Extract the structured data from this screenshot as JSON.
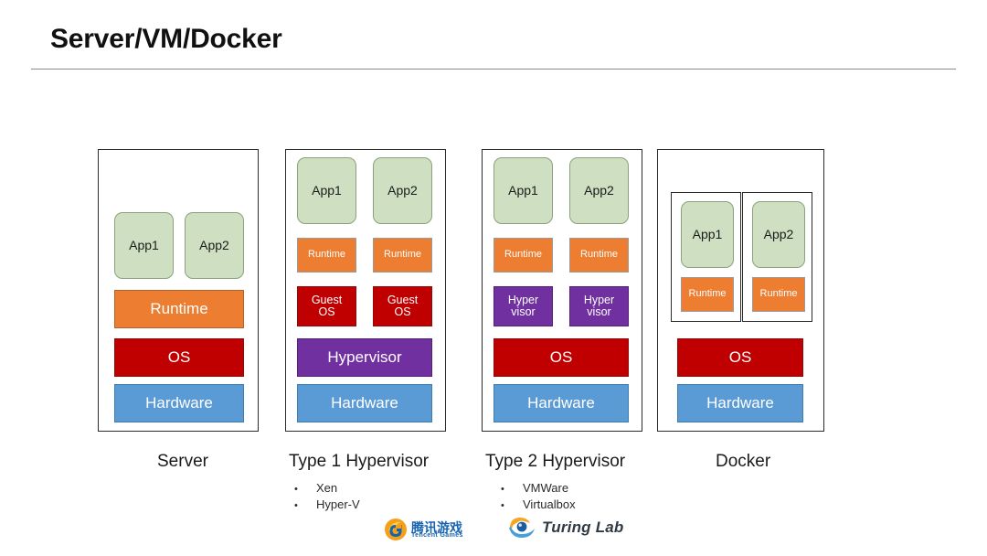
{
  "slide": {
    "title": "Server/VM/Docker",
    "background_color": "#ffffff"
  },
  "palette": {
    "app": "#cfe0c2",
    "runtime": "#ED7D31",
    "os": "#C00000",
    "hypervisor": "#7030A0",
    "hardware": "#5B9BD5",
    "frame": "#2b2b2b",
    "rule": "#8a8a8a"
  },
  "columns": [
    {
      "id": "server",
      "caption": "Server",
      "bullets": [],
      "blocks": {
        "app1": "App1",
        "app2": "App2",
        "runtime": "Runtime",
        "os": "OS",
        "hardware": "Hardware"
      }
    },
    {
      "id": "type1",
      "caption": "Type 1 Hypervisor",
      "bullets": [
        "Xen",
        "Hyper-V"
      ],
      "blocks": {
        "app1": "App1",
        "app2": "App2",
        "runtime1": "Runtime",
        "runtime2": "Runtime",
        "guestos1_line1": "Guest",
        "guestos1_line2": "OS",
        "guestos2_line1": "Guest",
        "guestos2_line2": "OS",
        "hypervisor": "Hypervisor",
        "hardware": "Hardware"
      }
    },
    {
      "id": "type2",
      "caption": "Type 2 Hypervisor",
      "bullets": [
        "VMWare",
        "Virtualbox"
      ],
      "blocks": {
        "app1": "App1",
        "app2": "App2",
        "runtime1": "Runtime",
        "runtime2": "Runtime",
        "hyper1_line1": "Hyper",
        "hyper1_line2": "visor",
        "hyper2_line1": "Hyper",
        "hyper2_line2": "visor",
        "os": "OS",
        "hardware": "Hardware"
      }
    },
    {
      "id": "docker",
      "caption": "Docker",
      "bullets": [],
      "blocks": {
        "app1": "App1",
        "app2": "App2",
        "runtime1": "Runtime",
        "runtime2": "Runtime",
        "os": "OS",
        "hardware": "Hardware"
      }
    }
  ],
  "bullet_marker": "•",
  "logos": [
    {
      "id": "tencent-games",
      "name_cn": "腾讯游戏",
      "name_en": "Tencent Games",
      "icon": "tencent-games-logo-icon",
      "colors": {
        "mark_outer": "#f6a01a",
        "mark_inner": "#1763b0",
        "text": "#1763b0"
      }
    },
    {
      "id": "turing-lab",
      "name_en": "Turing Lab",
      "icon": "turing-lab-logo-icon",
      "colors": {
        "arc_top": "#f5a623",
        "arc_bottom": "#4a9fd8",
        "pupil": "#1b5d9e",
        "text": "#2f3a44"
      }
    }
  ]
}
